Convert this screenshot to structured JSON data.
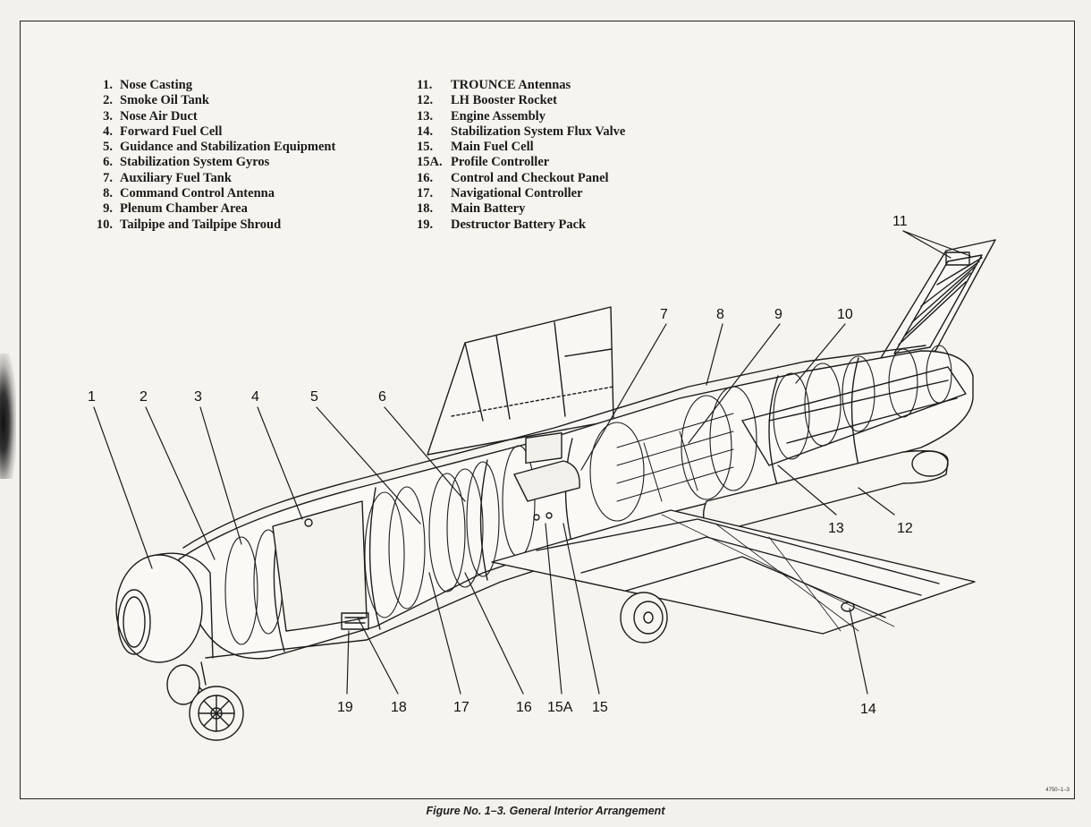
{
  "figure": {
    "caption": "Figure No. 1–3. General Interior Arrangement",
    "plate_number": "4750–1–3"
  },
  "legend": {
    "left": [
      {
        "num": "1.",
        "text": "Nose Casting"
      },
      {
        "num": "2.",
        "text": "Smoke Oil Tank"
      },
      {
        "num": "3.",
        "text": "Nose Air Duct"
      },
      {
        "num": "4.",
        "text": "Forward Fuel Cell"
      },
      {
        "num": "5.",
        "text": "Guidance and Stabilization Equipment"
      },
      {
        "num": "6.",
        "text": "Stabilization System Gyros"
      },
      {
        "num": "7.",
        "text": "Auxiliary Fuel Tank"
      },
      {
        "num": "8.",
        "text": "Command Control Antenna"
      },
      {
        "num": "9.",
        "text": "Plenum Chamber Area"
      },
      {
        "num": "10.",
        "text": "Tailpipe and Tailpipe Shroud"
      }
    ],
    "right": [
      {
        "num": "11.",
        "text": "TROUNCE Antennas"
      },
      {
        "num": "12.",
        "text": "LH Booster Rocket"
      },
      {
        "num": "13.",
        "text": "Engine Assembly"
      },
      {
        "num": "14.",
        "text": "Stabilization System Flux Valve"
      },
      {
        "num": "15.",
        "text": "Main Fuel Cell"
      },
      {
        "num": "15A.",
        "text": "Profile Controller"
      },
      {
        "num": "16.",
        "text": "Control and Checkout Panel"
      },
      {
        "num": "17.",
        "text": "Navigational Controller"
      },
      {
        "num": "18.",
        "text": "Main Battery"
      },
      {
        "num": "19.",
        "text": "Destructor Battery Pack"
      }
    ]
  },
  "callouts": {
    "c1": "1",
    "c2": "2",
    "c3": "3",
    "c4": "4",
    "c5": "5",
    "c6": "6",
    "c7": "7",
    "c8": "8",
    "c9": "9",
    "c10": "10",
    "c11": "11",
    "c12": "12",
    "c13": "13",
    "c14": "14",
    "c15": "15",
    "c15a": "15A",
    "c16": "16",
    "c17": "17",
    "c18": "18",
    "c19": "19"
  }
}
